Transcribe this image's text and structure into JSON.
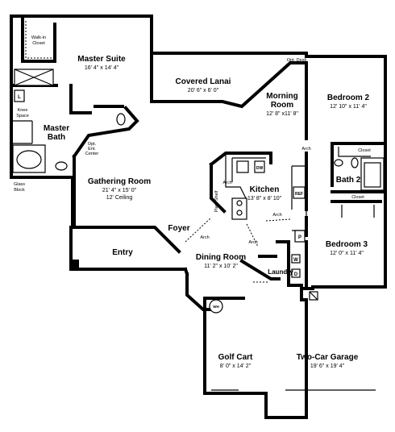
{
  "rooms": {
    "master_suite": {
      "name": "Master Suite",
      "dim": "16' 4\" x 14' 4\""
    },
    "covered_lanai": {
      "name": "Covered Lanai",
      "dim": "20' 6\" x 6' 0\""
    },
    "morning_room": {
      "name": "Morning",
      "name2": "Room",
      "dim": "12' 8\" x11' 8\""
    },
    "bedroom2": {
      "name": "Bedroom 2",
      "dim": "12' 10\" x 11' 4\""
    },
    "master_bath": {
      "name": "Master",
      "name2": "Bath"
    },
    "gathering_room": {
      "name": "Gathering Room",
      "dim": "21' 4\" x 15' 0\"",
      "dim2": "12' Ceiling"
    },
    "kitchen": {
      "name": "Kitchen",
      "dim": "13' 8\" x 8' 10\""
    },
    "bath2": {
      "name": "Bath 2"
    },
    "foyer": {
      "name": "Foyer"
    },
    "entry": {
      "name": "Entry"
    },
    "dining_room": {
      "name": "Dining Room",
      "dim": "11' 2\" x 10' 2\""
    },
    "bedroom3": {
      "name": "Bedroom 3",
      "dim": "12' 0\" x 11' 4\""
    },
    "laundry": {
      "name": "Laundry"
    },
    "golf_cart": {
      "name": "Golf Cart",
      "dim": "8' 0\" x 14' 2\""
    },
    "garage": {
      "name": "Two-Car Garage",
      "dim": "19' 6\" x 19' 4\""
    }
  },
  "labels": {
    "walk_in_closet_1": "Walk-in",
    "walk_in_closet_2": "Closet",
    "knee_space_1": "Knee",
    "knee_space_2": "Space",
    "glass_block_1": "Glass",
    "glass_block_2": "Block",
    "opt_ent_1": "Opt.",
    "opt_ent_2": "Ent.",
    "opt_ent_3": "Center",
    "opt_desk": "Opt. Desk",
    "closet_b2": "Closet",
    "closet_bath2": "Closet",
    "arch_morning": "Arch",
    "arch_kitchen": "Arch",
    "arch_kitchen2": "Arch",
    "arch_foyer": "Arch",
    "arch_dining": "Arch",
    "plant_shelf": "Plant Shelf",
    "wh": "WH",
    "ref": "REF",
    "dw": "DW",
    "pantry": "P",
    "washer": "W",
    "dryer": "D",
    "linen": "L"
  }
}
